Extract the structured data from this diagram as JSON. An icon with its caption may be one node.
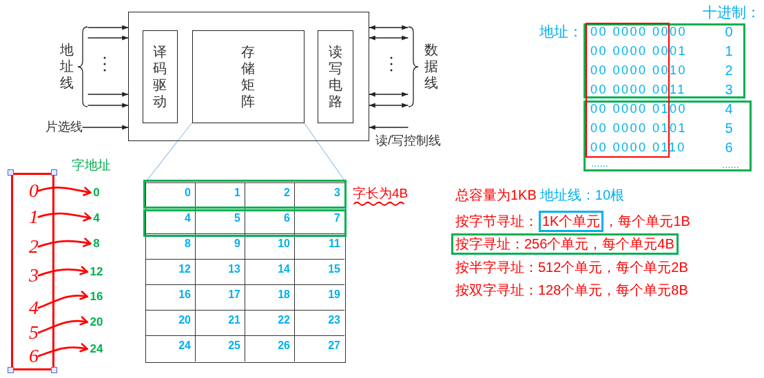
{
  "diagram": {
    "nodes": [
      {
        "text": [],
        "shape": "box"
      },
      {
        "text": [
          "译码驱动"
        ],
        "in": 0
      },
      {
        "text": [
          "存储矩阵"
        ],
        "in": 0
      },
      {
        "text": [
          "读写电路"
        ],
        "in": 0
      },
      {
        "text": [
          "地址线"
        ]
      },
      {
        "text": [
          "数据线"
        ]
      },
      {
        "text": [
          "片选线"
        ]
      },
      {
        "text": [
          "0",
          "1",
          "2",
          "3",
          "4",
          "5",
          "6",
          "7",
          "8",
          "9",
          "10",
          "11",
          "12",
          "13",
          "14",
          "15",
          "16",
          "17",
          "18",
          "19",
          "20",
          "21",
          "22",
          "23",
          "24",
          "25",
          "26",
          "27"
        ]
      },
      {
        "text": [],
        "shape": "box"
      },
      {
        "text": [
          "0"
        ],
        "in": 8
      },
      {
        "text": [
          "1"
        ],
        "in": 8
      },
      {
        "text": [
          "2"
        ],
        "in": 8
      },
      {
        "text": [
          "3"
        ],
        "in": 8
      },
      {
        "text": [
          "4"
        ],
        "in": 8
      },
      {
        "text": [
          "5"
        ],
        "in": 8
      },
      {
        "text": [
          "6"
        ],
        "in": 8
      },
      {
        "text": [
          "0"
        ]
      },
      {
        "text": [
          "4"
        ]
      },
      {
        "text": [
          "8"
        ]
      },
      {
        "text": [
          "12"
        ]
      },
      {
        "text": [
          "16"
        ]
      },
      {
        "text": [
          "20"
        ]
      },
      {
        "text": [
          "24"
        ]
      },
      {
        "text": [
          "1K个单元"
        ]
      },
      {
        "text": [
          "按字寻址：256个单元，每个单元4B"
        ]
      }
    ],
    "edges": [
      {
        "from": 4,
        "to": 0,
        "arrow": "to"
      },
      {
        "from": 4,
        "to": 0,
        "arrow": "to"
      },
      {
        "from": 4,
        "to": 0,
        "arrow": "to"
      },
      {
        "from": 4,
        "to": 0,
        "arrow": "to"
      },
      {
        "from": 6,
        "to": 0,
        "arrow": "to"
      },
      {
        "from": 5,
        "to": 0,
        "arrow": "both"
      },
      {
        "from": 5,
        "to": 0,
        "arrow": "both"
      },
      {
        "from": 5,
        "to": 0,
        "arrow": "both"
      },
      {
        "from": 5,
        "to": 0,
        "arrow": "both"
      },
      {
        "from": null,
        "to": 0,
        "arrow": "to"
      },
      {
        "from": 2,
        "to": 7,
        "arrow": "none",
        "color": "#9dc3e6"
      },
      {
        "from": 2,
        "to": 7,
        "arrow": "none",
        "color": "#9dc3e6"
      },
      {
        "from": 9,
        "to": 16,
        "arrow": "to",
        "color": "#ff0000"
      },
      {
        "from": 10,
        "to": 17,
        "arrow": "to",
        "color": "#ff0000"
      },
      {
        "from": 11,
        "to": 18,
        "arrow": "to",
        "color": "#ff0000"
      },
      {
        "from": 12,
        "to": 19,
        "arrow": "to",
        "color": "#ff0000"
      },
      {
        "from": 13,
        "to": 20,
        "arrow": "to",
        "color": "#ff0000"
      },
      {
        "from": 14,
        "to": 21,
        "arrow": "to",
        "color": "#ff0000"
      },
      {
        "from": 15,
        "to": 22,
        "arrow": "to",
        "color": "#ff0000"
      }
    ],
    "labels": [
      "读/写控制线",
      "十进制：",
      "地址：",
      "00 0000 0000",
      "0",
      "00 0000 0001",
      "1",
      "00 0000 0010",
      "2",
      "00 0000 0011",
      "3",
      "00 0000 0100",
      "4",
      "00 0000 0101",
      "5",
      "00 0000 0110",
      "6",
      "......",
      "......",
      "字地址",
      "字长为4B",
      "总容量为1KB",
      "地址线：10根",
      "按字节寻址：",
      "，每个单元1B",
      "按半字寻址：512个单元，每个单元2B",
      "按双字寻址：128个单元，每个单元8B"
    ]
  }
}
